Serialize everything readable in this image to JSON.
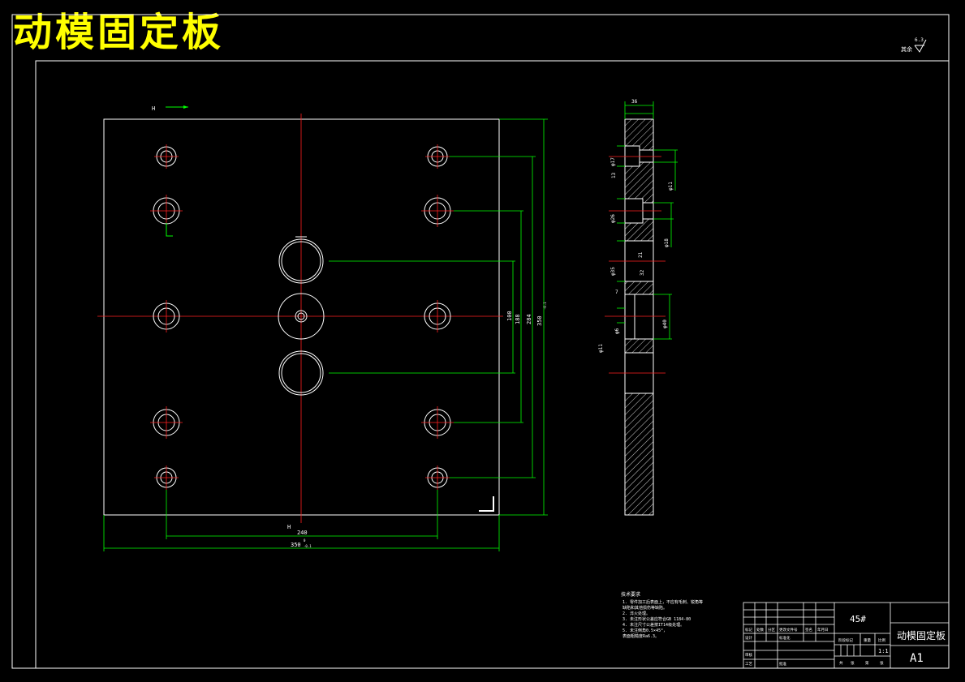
{
  "drawing": {
    "title": "动模固定板",
    "roughness": {
      "label": "其余",
      "value": "6.3"
    }
  },
  "front_view": {
    "dimensions": {
      "width_240": "240",
      "width_350_main": "350",
      "width_350_tol_hi": "0",
      "width_350_tol_lo": "-0.1",
      "h100": "100",
      "h188": "188",
      "h284": "284",
      "h350_main": "350",
      "h350_tol_hi": "0",
      "h350_tol_lo": "-0.1"
    },
    "section_labels": {
      "top": "H",
      "bottom": "H"
    }
  },
  "side_view": {
    "dimensions": {
      "top_width": "36",
      "d17": "φ17",
      "d11": "φ11",
      "d26": "φ26",
      "d18": "φ18",
      "d35": "φ35",
      "d40": "φ40",
      "d11b": "φ11",
      "d6": "φ6",
      "n13": "13",
      "n32": "32",
      "n7": "7",
      "n21": "21"
    }
  },
  "tech_notes": {
    "heading": "技术要求",
    "lines": [
      "1. 零件加工后表面上，不应有毛刺、锐角等",
      "   缺陷和其他损伤等缺陷。",
      "2. 淬火处理。",
      "3. 未注形状公差应符合GB 1184-80",
      "4. 未注尺寸公差按IT14级处理。",
      "5. 未注倒角0.5×45°，",
      "   表面粗糙度Ra6.3。"
    ]
  },
  "title_block": {
    "material": "45#",
    "part_name": "动模固定板",
    "sheet_size": "A1",
    "scale": "1:1",
    "headers": [
      "标记",
      "处数",
      "分区",
      "更改文件号",
      "签名",
      "年月日"
    ],
    "row_design": "设计",
    "row_standard": "标准化",
    "row_review": "审核",
    "row_process": "工艺",
    "row_approve": "批准",
    "stage_label": "阶段标记",
    "weight_label": "重量",
    "scale_label": "比例",
    "sheet_total": "共",
    "sheet_label": "张",
    "sheet_no": "第",
    "sheet_unit": "张"
  }
}
